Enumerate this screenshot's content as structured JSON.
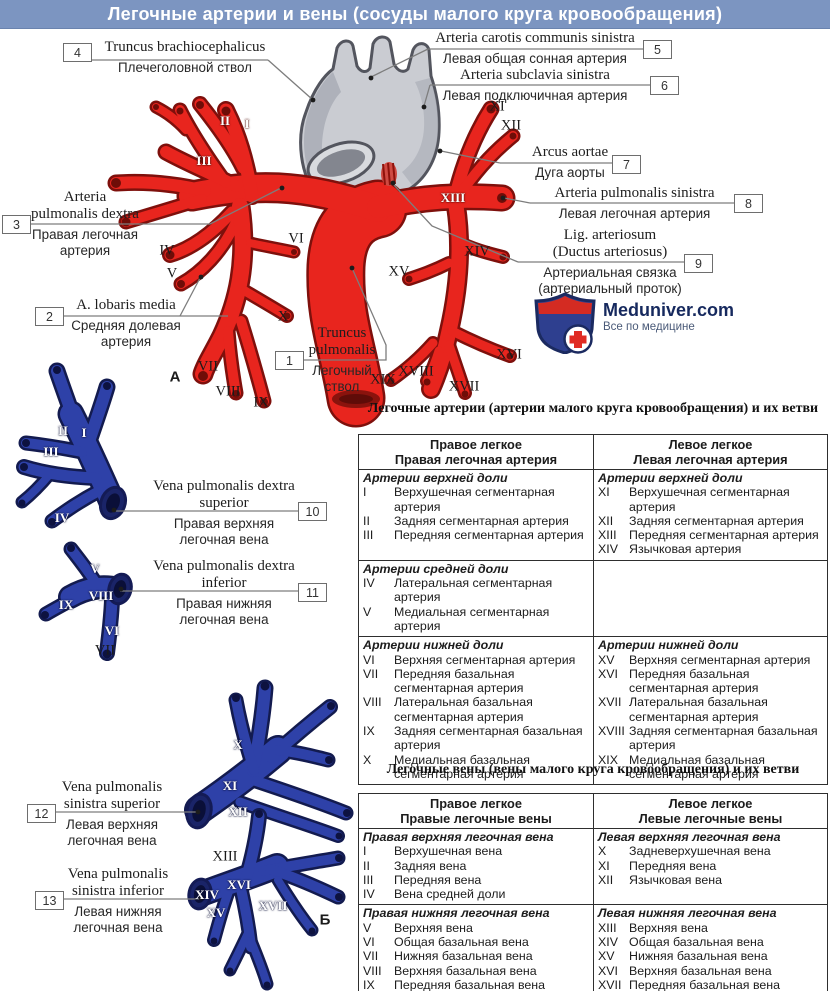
{
  "title": "Легочные артерии и вены (сосуды малого круга кровообращения)",
  "logo": {
    "site": "Meduniver.com",
    "tagline": "Все по медицине"
  },
  "figure_markers": {
    "a": "А",
    "b": "Б"
  },
  "colors": {
    "titlebar": "#7c95c1",
    "artery_red": "#e8251e",
    "vein_blue": "#2e41a8",
    "aorta_gray": "#caccd2"
  },
  "callouts": [
    {
      "num": "1",
      "latin": [
        "Truncus",
        "pulmonalis"
      ],
      "russian": [
        "Легочный",
        "ствол"
      ]
    },
    {
      "num": "2",
      "latin": [
        "A. lobaris media"
      ],
      "russian": [
        "Средняя долевая",
        "артерия"
      ]
    },
    {
      "num": "3",
      "latin": [
        "Arteria",
        "pulmonalis dextra"
      ],
      "russian": [
        "Правая легочная",
        "артерия"
      ]
    },
    {
      "num": "4",
      "latin": [
        "Truncus brachiocephalicus"
      ],
      "russian": [
        "Плечеголовной ствол"
      ]
    },
    {
      "num": "5",
      "latin": [
        "Arteria carotis communis sinistra"
      ],
      "russian": [
        "Левая общая сонная артерия"
      ]
    },
    {
      "num": "6",
      "latin": [
        "Arteria subclavia sinistra"
      ],
      "russian": [
        "Левая подключичная артерия"
      ]
    },
    {
      "num": "7",
      "latin": [
        "Arcus aortae"
      ],
      "russian": [
        "Дуга аорты"
      ]
    },
    {
      "num": "8",
      "latin": [
        "Arteria pulmonalis sinistra"
      ],
      "russian": [
        "Левая легочная артерия"
      ]
    },
    {
      "num": "9",
      "latin": [
        "Lig. arteriosum",
        "(Ductus arteriosus)"
      ],
      "russian": [
        "Артериальная связка",
        "(артериальный проток)"
      ]
    },
    {
      "num": "10",
      "latin": [
        "Vena pulmonalis dextra",
        "superior"
      ],
      "russian": [
        "Правая верхняя",
        "легочная вена"
      ]
    },
    {
      "num": "11",
      "latin": [
        "Vena pulmonalis dextra",
        "inferior"
      ],
      "russian": [
        "Правая нижняя",
        "легочная вена"
      ]
    },
    {
      "num": "12",
      "latin": [
        "Vena pulmonalis",
        "sinistra superior"
      ],
      "russian": [
        "Левая верхняя",
        "легочная вена"
      ]
    },
    {
      "num": "13",
      "latin": [
        "Vena pulmonalis",
        "sinistra inferior"
      ],
      "russian": [
        "Левая нижняя",
        "легочная вена"
      ]
    }
  ],
  "numerals": {
    "artery_white": [
      "II",
      "I",
      "III",
      "XIII"
    ],
    "artery_black": [
      "XI",
      "XII",
      "IV",
      "V",
      "VI",
      "X",
      "XIV",
      "XV",
      "VII",
      "VIII",
      "IX",
      "XIX",
      "XVIII",
      "XVII",
      "XVI"
    ],
    "vein_white": [
      "II",
      "I",
      "III",
      "IV",
      "V",
      "VIII",
      "IX",
      "VI",
      "X",
      "XI",
      "XII",
      "XIV",
      "XVI",
      "XV",
      "XVII"
    ],
    "vein_black": [
      "VII",
      "XIII"
    ]
  },
  "arteries_table": {
    "section_title": "Легочные артерии (артерии малого круга кровообращения) и их ветви",
    "col_headers": [
      [
        "Правое легкое",
        "Правая легочная артерия"
      ],
      [
        "Левое легкое",
        "Левая легочная артерия"
      ]
    ],
    "bands": [
      {
        "left": {
          "heading": "Артерии верхней доли",
          "items": [
            [
              "I",
              "Верхушечная сегментарная артерия"
            ],
            [
              "II",
              "Задняя сегментарная артерия"
            ],
            [
              "III",
              "Передняя сегментарная артерия"
            ]
          ]
        },
        "right": {
          "heading": "Артерии верхней доли",
          "items": [
            [
              "XI",
              "Верхушечная сегментарная артерия"
            ],
            [
              "XII",
              "Задняя сегментарная артерия"
            ],
            [
              "XIII",
              "Передняя сегментарная артерия"
            ],
            [
              "XIV",
              "Язычковая артерия"
            ]
          ]
        }
      },
      {
        "left": {
          "heading": "Артерии средней доли",
          "items": [
            [
              "IV",
              "Латеральная сегментарная артерия"
            ],
            [
              "V",
              "Медиальная сегментарная артерия"
            ]
          ]
        },
        "right": {
          "heading": "",
          "items": []
        }
      },
      {
        "left": {
          "heading": "Артерии нижней доли",
          "items": [
            [
              "VI",
              "Верхняя сегментарная артерия"
            ],
            [
              "VII",
              "Передняя базальная сегментарная артерия"
            ],
            [
              "VIII",
              "Латеральная базальная сегментарная артерия"
            ],
            [
              "IX",
              "Задняя сегментарная базальная артерия"
            ],
            [
              "X",
              "Медиальная базальная сегментарная артерия"
            ]
          ]
        },
        "right": {
          "heading": "Артерии нижней доли",
          "items": [
            [
              "XV",
              "Верхняя сегментарная артерия"
            ],
            [
              "XVI",
              "Передняя базальная сегментарная артерия"
            ],
            [
              "XVII",
              "Латеральная базальная сегментарная артерия"
            ],
            [
              "XVIII",
              "Задняя сегментарная базальная артерия"
            ],
            [
              "XIX",
              "Медиальная базальная сегментарная артерия"
            ]
          ]
        }
      }
    ]
  },
  "veins_table": {
    "section_title": "Легочные вены (вены малого круга кровообращения) и их ветви",
    "col_headers": [
      [
        "Правое легкое",
        "Правые легочные вены"
      ],
      [
        "Левое легкое",
        "Левые легочные вены"
      ]
    ],
    "bands": [
      {
        "left": {
          "heading": "Правая верхняя легочная вена",
          "items": [
            [
              "I",
              "Верхушечная вена"
            ],
            [
              "II",
              "Задняя вена"
            ],
            [
              "III",
              "Передняя вена"
            ],
            [
              "IV",
              "Вена средней доли"
            ]
          ]
        },
        "right": {
          "heading": "Левая верхняя легочная вена",
          "items": [
            [
              "X",
              "Задневерхушечная вена"
            ],
            [
              "XI",
              "Передняя вена"
            ],
            [
              "XII",
              "Язычковая вена"
            ]
          ]
        }
      },
      {
        "left": {
          "heading": "Правая нижняя легочная вена",
          "items": [
            [
              "V",
              "Верхняя вена"
            ],
            [
              "VI",
              "Общая базальная вена"
            ],
            [
              "VII",
              "Нижняя базальная вена"
            ],
            [
              "VIII",
              "Верхняя базальная вена"
            ],
            [
              "IX",
              "Передняя базальная вена"
            ]
          ]
        },
        "right": {
          "heading": "Левая нижняя легочная вена",
          "items": [
            [
              "XIII",
              "Верхняя вена"
            ],
            [
              "XIV",
              "Общая базальная вена"
            ],
            [
              "XV",
              "Нижняя базальная вена"
            ],
            [
              "XVI",
              "Верхняя базальная вена"
            ],
            [
              "XVII",
              "Передняя базальная вена"
            ]
          ]
        }
      }
    ]
  }
}
